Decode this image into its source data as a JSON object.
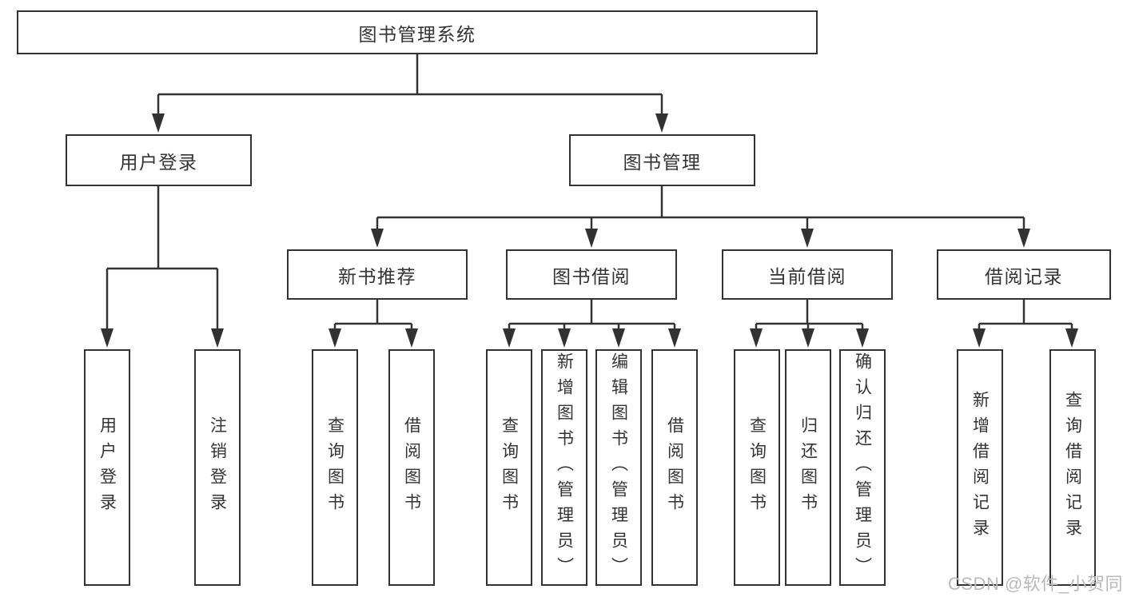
{
  "page": {
    "background": "#ffffff",
    "line_color": "#323232",
    "text_color": "#333333",
    "diagram_type": "hierarchy-tree"
  },
  "watermark": {
    "text": "CSDN @软件_小贺同学",
    "color": "#b9b9b9"
  },
  "tree": {
    "label": "图书管理系统",
    "children": [
      {
        "label": "用户登录",
        "children": [
          {
            "label": "用户登录"
          },
          {
            "label": "注销登录"
          }
        ]
      },
      {
        "label": "图书管理",
        "children": [
          {
            "label": "新书推荐",
            "children": [
              {
                "label": "查询图书"
              },
              {
                "label": "借阅图书"
              }
            ]
          },
          {
            "label": "图书借阅",
            "children": [
              {
                "label": "查询图书"
              },
              {
                "label": "新增图书（管理员）"
              },
              {
                "label": "编辑图书（管理员）"
              },
              {
                "label": "借阅图书"
              }
            ]
          },
          {
            "label": "当前借阅",
            "children": [
              {
                "label": "查询图书"
              },
              {
                "label": "归还图书"
              },
              {
                "label": "确认归还（管理员）"
              }
            ]
          },
          {
            "label": "借阅记录",
            "children": [
              {
                "label": "新增借阅记录"
              },
              {
                "label": "查询借阅记录"
              }
            ]
          }
        ]
      }
    ]
  }
}
